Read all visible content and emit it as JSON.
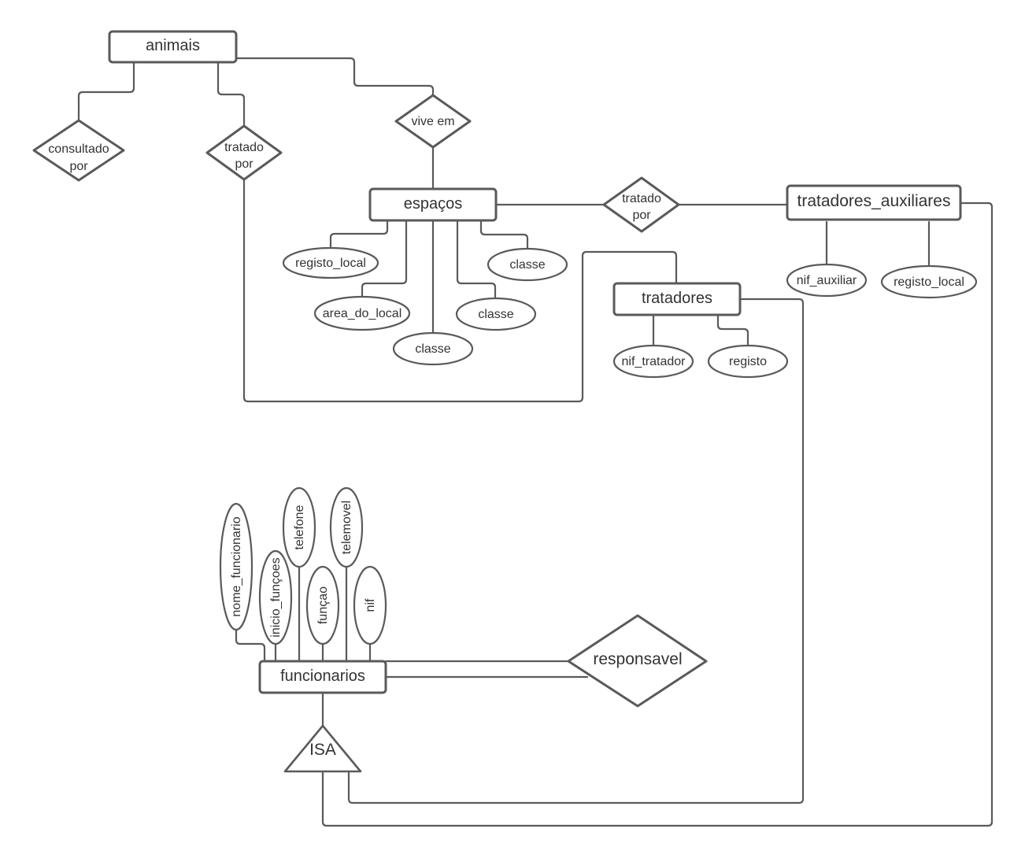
{
  "diagram": {
    "type": "entity-relationship",
    "entities": {
      "animais": "animais",
      "espacos": "espaços",
      "tratadores_auxiliares": "tratadores_auxiliares",
      "tratadores": "tratadores",
      "funcionarios": "funcionarios"
    },
    "relationships": {
      "consultado_por": [
        "consultado",
        "por"
      ],
      "tratado_por_animais": [
        "tratado",
        "por"
      ],
      "vive_em": "vive em",
      "tratado_por_espacos": [
        "tratado",
        "por"
      ],
      "responsavel": "responsavel"
    },
    "isa": "ISA",
    "attributes": {
      "espacos": [
        "registo_local",
        "area_do_local",
        "classe",
        "classe",
        "classe"
      ],
      "tratadores_auxiliares": [
        "nif_auxiliar",
        "registo_local"
      ],
      "tratadores": [
        "nif_tratador",
        "registo"
      ],
      "funcionarios": [
        "nome_funcionario",
        "inicio_funçoes",
        "telefone",
        "funçao",
        "telemovel",
        "nif"
      ]
    },
    "colors": {
      "stroke": "#5a5a5a",
      "text": "#333333",
      "background": "#ffffff"
    }
  }
}
